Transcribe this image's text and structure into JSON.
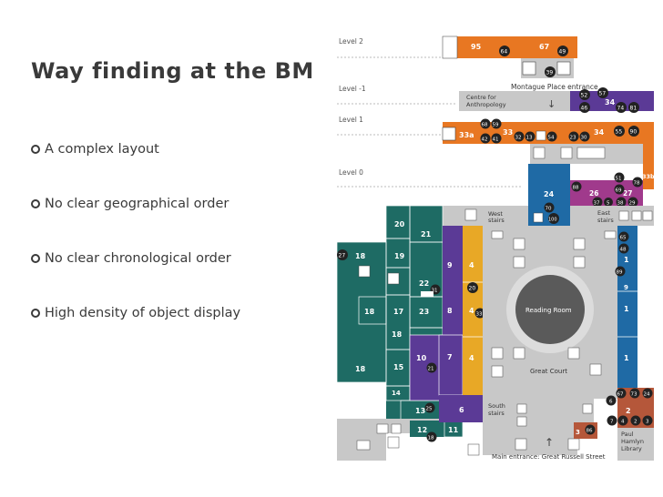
{
  "slide": {
    "title": "Way finding at the BM",
    "bullets": [
      "A complex layout",
      "No clear geographical order",
      "No clear chronological order",
      "High density of object display"
    ]
  },
  "map": {
    "level_labels": [
      "Level 2",
      "Level -1",
      "Level 1",
      "Level 0"
    ],
    "labels": {
      "montague": "Montague Place entrance",
      "anthropology_1": "Centre for",
      "anthropology_2": "Anthropology",
      "west_stairs_1": "West",
      "west_stairs_2": "stairs",
      "east_stairs_1": "East",
      "east_stairs_2": "stairs",
      "reading_room": "Reading Room",
      "great_court": "Great Court",
      "south_stairs_1": "South",
      "south_stairs_2": "stairs",
      "main_entrance": "Main entrance: Great Russell Street",
      "library_1": "Paul",
      "library_2": "Hamlyn",
      "library_3": "Library"
    },
    "room_numbers": {
      "r95": "95",
      "r67": "67",
      "r64": "64",
      "r49": "49",
      "r39": "39",
      "r52": "52",
      "r57": "57",
      "r34": "34",
      "r46": "46",
      "r74": "74",
      "r81": "81",
      "r68": "68",
      "r59": "59",
      "r33a": "33a",
      "r42": "42",
      "r41": "41",
      "r33": "33",
      "r32": "32",
      "r13": "13",
      "r54": "54",
      "r23": "23",
      "r30": "30",
      "r34b": "34",
      "r55": "55",
      "r90": "90",
      "r33b": "33b",
      "r51": "51",
      "r78": "78",
      "r69": "69",
      "r88": "88",
      "r26": "26",
      "r27": "27",
      "r37": "37",
      "r5": "5",
      "r38": "38",
      "r29": "29",
      "r24": "24",
      "r70": "70",
      "r100": "100",
      "r20": "20",
      "r21": "21",
      "r27b": "27",
      "r18a": "18",
      "r19": "19",
      "r9": "9",
      "r4a": "4",
      "r22": "22",
      "r31": "31",
      "r20b": "20",
      "r18b": "18",
      "r17": "17",
      "r23b": "23",
      "r8": "8",
      "r4b": "4",
      "r33c": "33",
      "r18c": "18",
      "r10": "10",
      "r7": "7",
      "r4c": "4",
      "r18d": "18",
      "r15": "15",
      "r21b": "21",
      "r14": "14",
      "r13b": "13",
      "r25": "25",
      "r6": "6",
      "r12": "12",
      "r11": "11",
      "r18e": "18",
      "r65": "65",
      "r48": "48",
      "r1a": "1",
      "r89": "89",
      "r9b": "9",
      "r1b": "1",
      "r1c": "1",
      "r67b": "67",
      "r73": "73",
      "r24b": "24",
      "r6b": "6",
      "r2": "2",
      "r7b": "7",
      "r4d": "4",
      "r2b": "2",
      "r3": "3",
      "r3b": "3",
      "r86": "86"
    }
  }
}
